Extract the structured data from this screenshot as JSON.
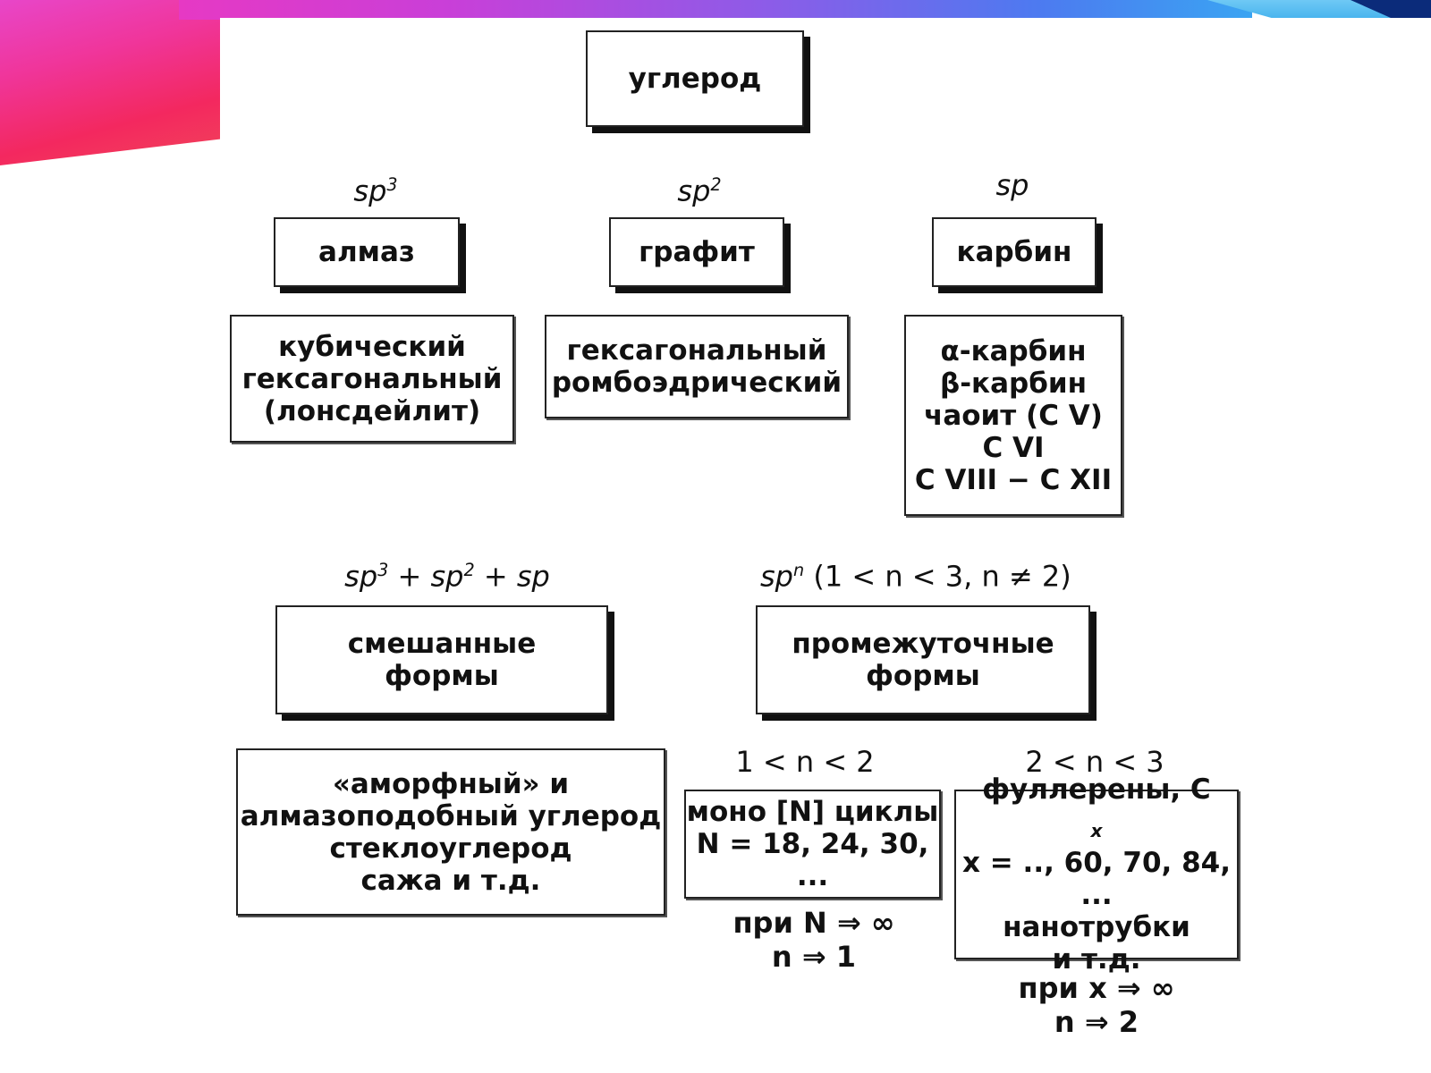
{
  "root": "углерод",
  "hybridizations": {
    "sp3": "sp",
    "sp3_sup": "3",
    "sp2": "sp",
    "sp2_sup": "2",
    "sp": "sp",
    "mixed": {
      "a": "sp",
      "a_sup": "3",
      "plus1": " + ",
      "b": "sp",
      "b_sup": "2",
      "plus2": " + ",
      "c": "sp"
    },
    "intermediate": {
      "base": "sp",
      "sup": "n",
      "cond": " (1 < n < 3, n ≠ 2)"
    }
  },
  "forms": {
    "diamond": "алмаз",
    "graphite": "графит",
    "carbyne": "карбин",
    "mixed": [
      "смешанные",
      "формы"
    ],
    "intermediate": [
      "промежуточные",
      "формы"
    ]
  },
  "varieties": {
    "diamond": [
      "кубический",
      "гексагональный",
      "(лонсдейлит)"
    ],
    "graphite": [
      "гексагональный",
      "ромбоэдрический"
    ],
    "carbyne": [
      "α-карбин",
      "β-карбин",
      "чаоит (C V)",
      "C VI",
      "C VIII − C XII"
    ],
    "mixed": [
      "«аморфный» и",
      "алмазоподобный углерод",
      "стеклоуглерод",
      "сажа и т.д."
    ]
  },
  "ranges": {
    "low": "1 < n < 2",
    "high": "2 < n < 3"
  },
  "mono_cycles": {
    "line1": "моно [N] циклы",
    "line2": "N = 18, 24, 30, ...",
    "limit1": "при N ⇒ ∞",
    "limit2": "n ⇒ 1"
  },
  "fullerenes": {
    "line1": "фуллерены, C",
    "line1_sub": "x",
    "line2": "x = .., 60, 70, 84, ...",
    "line3": "нанотрубки",
    "line4": "и т.д.",
    "limit1": "при x ⇒ ∞",
    "limit2": "n ⇒ 2"
  }
}
